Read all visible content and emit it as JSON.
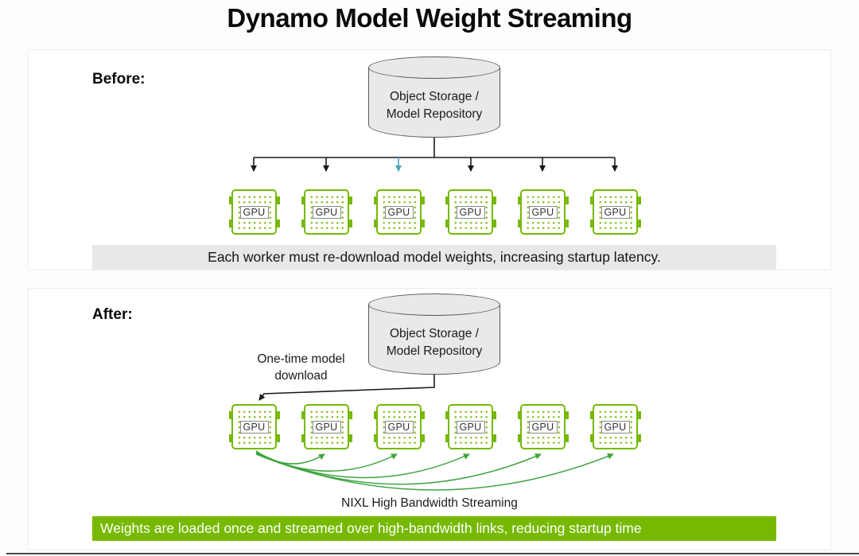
{
  "title": "Dynamo Model Weight Streaming",
  "colors": {
    "nvidia_green": "#76b900",
    "arc_green": "#3fa43f",
    "connector_dark": "#1a1a1a",
    "teal_arrow": "#4aa3b8",
    "caption_bg": "#e8e8e8",
    "cylinder_fill": "#e9e9e9",
    "banner_bg": "#76b900"
  },
  "gpu": {
    "label": "GPU"
  },
  "before": {
    "label": "Before:",
    "storage_line1": "Object Storage /",
    "storage_line2": "Model Repository",
    "caption": "Each worker must re-download model weights, increasing startup latency."
  },
  "after": {
    "label": "After:",
    "storage_line1": "Object Storage /",
    "storage_line2": "Model Repository",
    "annotation_line1": "One-time model",
    "annotation_line2": "download",
    "nixl_label": "NIXL High Bandwidth Streaming",
    "banner": "Weights are loaded once and streamed over high-bandwidth links, reducing startup time"
  }
}
